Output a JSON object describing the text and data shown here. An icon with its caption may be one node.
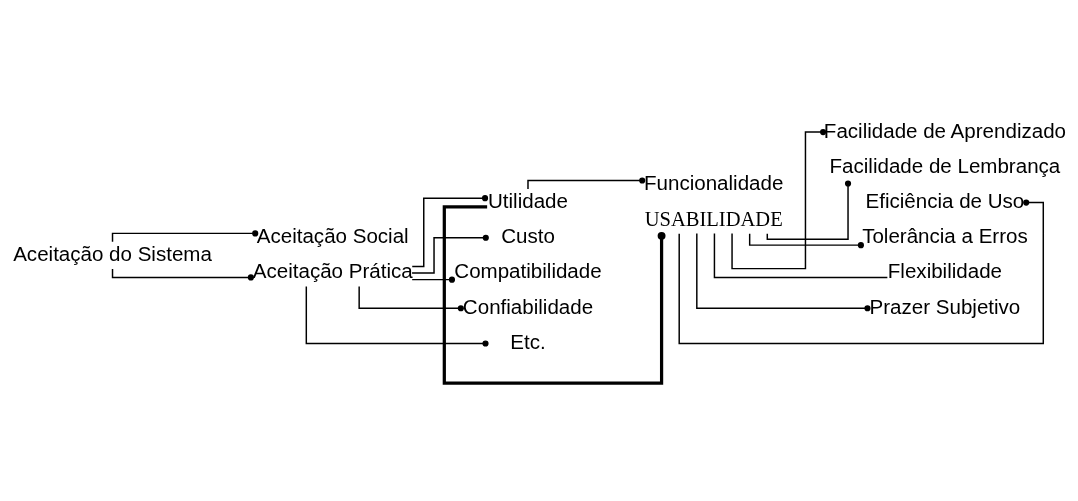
{
  "diagram": {
    "nodes": [
      {
        "text": [
          "Aceitação do Sistema"
        ]
      },
      {
        "text": [
          "Aceitação Social"
        ]
      },
      {
        "text": [
          "Aceitação Prática"
        ]
      },
      {
        "text": [
          "Utilidade"
        ]
      },
      {
        "text": [
          "Custo"
        ]
      },
      {
        "text": [
          "Compatibilidade"
        ]
      },
      {
        "text": [
          "Confiabilidade"
        ]
      },
      {
        "text": [
          "Etc."
        ]
      },
      {
        "text": [
          "Funcionalidade"
        ]
      },
      {
        "text": [
          "USABILIDADE"
        ]
      },
      {
        "text": [
          "Facilidade de Aprendizado"
        ]
      },
      {
        "text": [
          "Facilidade de Lembrança"
        ]
      },
      {
        "text": [
          "Eficiência de Uso"
        ]
      },
      {
        "text": [
          "Tolerância a Erros"
        ]
      },
      {
        "text": [
          "Flexibilidade"
        ]
      },
      {
        "text": [
          "Prazer Subjetivo"
        ]
      }
    ],
    "edges": [
      {
        "from": 0,
        "to": 1,
        "arrow": "other"
      },
      {
        "from": 0,
        "to": 2,
        "arrow": "other"
      },
      {
        "from": 2,
        "to": 3,
        "arrow": "other"
      },
      {
        "from": 2,
        "to": 4,
        "arrow": "other"
      },
      {
        "from": 2,
        "to": 5,
        "arrow": "other"
      },
      {
        "from": 2,
        "to": 6,
        "arrow": "other"
      },
      {
        "from": 2,
        "to": 7,
        "arrow": "other"
      },
      {
        "from": 3,
        "to": 8,
        "arrow": "other"
      },
      {
        "from": 3,
        "to": 9,
        "arrow": "other",
        "style": "thick"
      },
      {
        "from": 9,
        "to": 10,
        "arrow": "other"
      },
      {
        "from": 9,
        "to": 11,
        "arrow": "other"
      },
      {
        "from": 9,
        "to": 12,
        "arrow": "other"
      },
      {
        "from": 9,
        "to": 13,
        "arrow": "other"
      },
      {
        "from": 9,
        "to": 14,
        "arrow": "none"
      },
      {
        "from": 9,
        "to": 15,
        "arrow": "other"
      }
    ]
  }
}
